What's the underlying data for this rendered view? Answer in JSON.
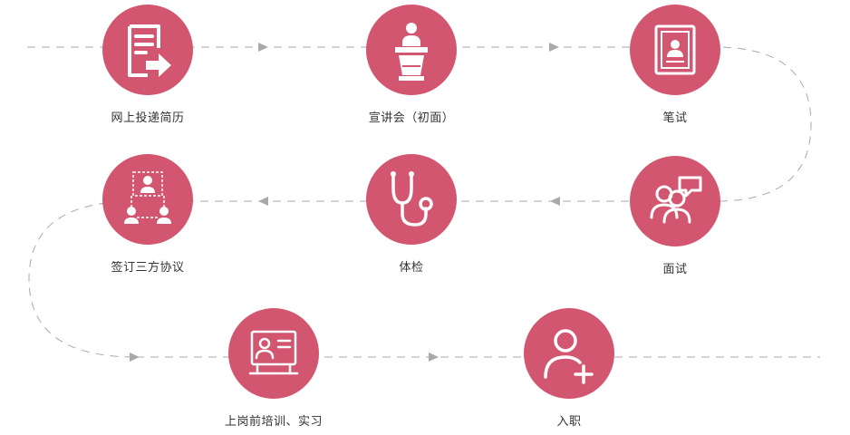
{
  "colors": {
    "accent": "#d2566f",
    "line": "#a9a9a9",
    "text": "#333333"
  },
  "steps": [
    {
      "label": "网上投递简历",
      "icon": "resume-submit-icon"
    },
    {
      "label": "宣讲会（初面）",
      "icon": "podium-speaker-icon"
    },
    {
      "label": "笔试",
      "icon": "written-test-icon"
    },
    {
      "label": "面试",
      "icon": "interview-people-icon"
    },
    {
      "label": "体检",
      "icon": "stethoscope-icon"
    },
    {
      "label": "签订三方协议",
      "icon": "agreement-group-icon"
    },
    {
      "label": "上岗前培训、实习",
      "icon": "training-board-icon"
    },
    {
      "label": "入职",
      "icon": "add-user-icon"
    }
  ]
}
